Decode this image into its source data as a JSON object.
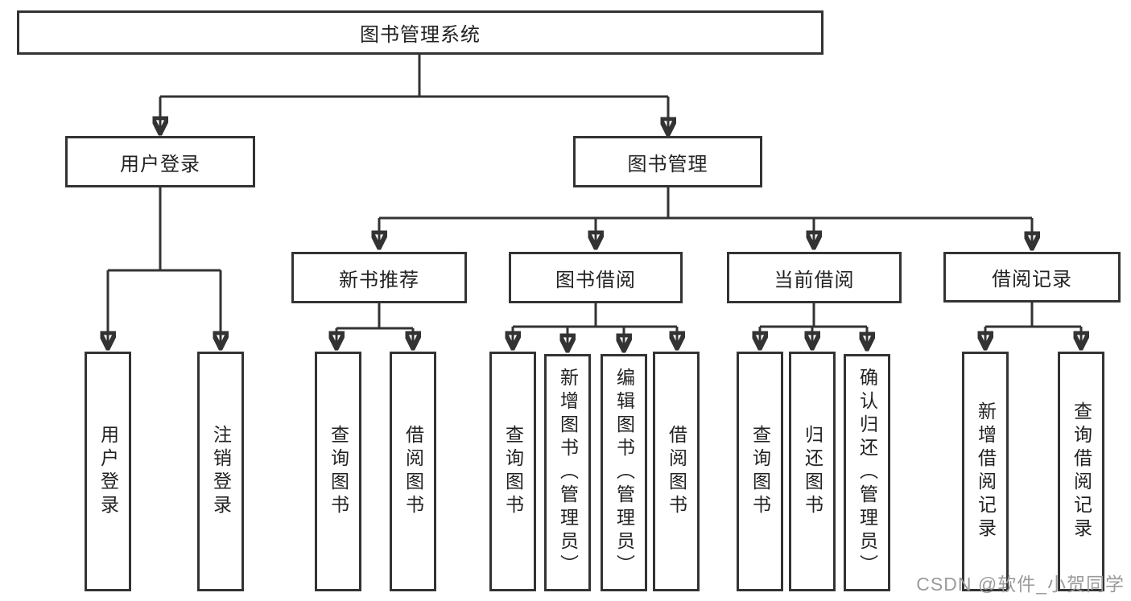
{
  "tree": {
    "root": "图书管理系统",
    "user_login": {
      "label": "用户登录",
      "children": {
        "login": "用户登录",
        "logout": "注销登录"
      }
    },
    "book_mgmt": {
      "label": "图书管理",
      "children": {
        "new_book_rec": {
          "label": "新书推荐",
          "children": {
            "query_books": "查询图书",
            "borrow_books": "借阅图书"
          }
        },
        "book_borrow": {
          "label": "图书借阅",
          "children": {
            "query_books": "查询图书",
            "add_books": "新增图书（管理员）",
            "edit_books": "编辑图书（管理员）",
            "borrow_books": "借阅图书"
          }
        },
        "current_borrow": {
          "label": "当前借阅",
          "children": {
            "query_books": "查询图书",
            "return_books": "归还图书",
            "confirm_return": "确认归还（管理员）"
          }
        },
        "borrow_records": {
          "label": "借阅记录",
          "children": {
            "add_record": "新增借阅记录",
            "query_record": "查询借阅记录"
          }
        }
      }
    }
  },
  "watermark": "CSDN @软件_小贺同学",
  "colors": {
    "line": "#333333",
    "text": "#222222",
    "box_background": "#ffffff",
    "watermark_text": "#9b9b9b"
  }
}
